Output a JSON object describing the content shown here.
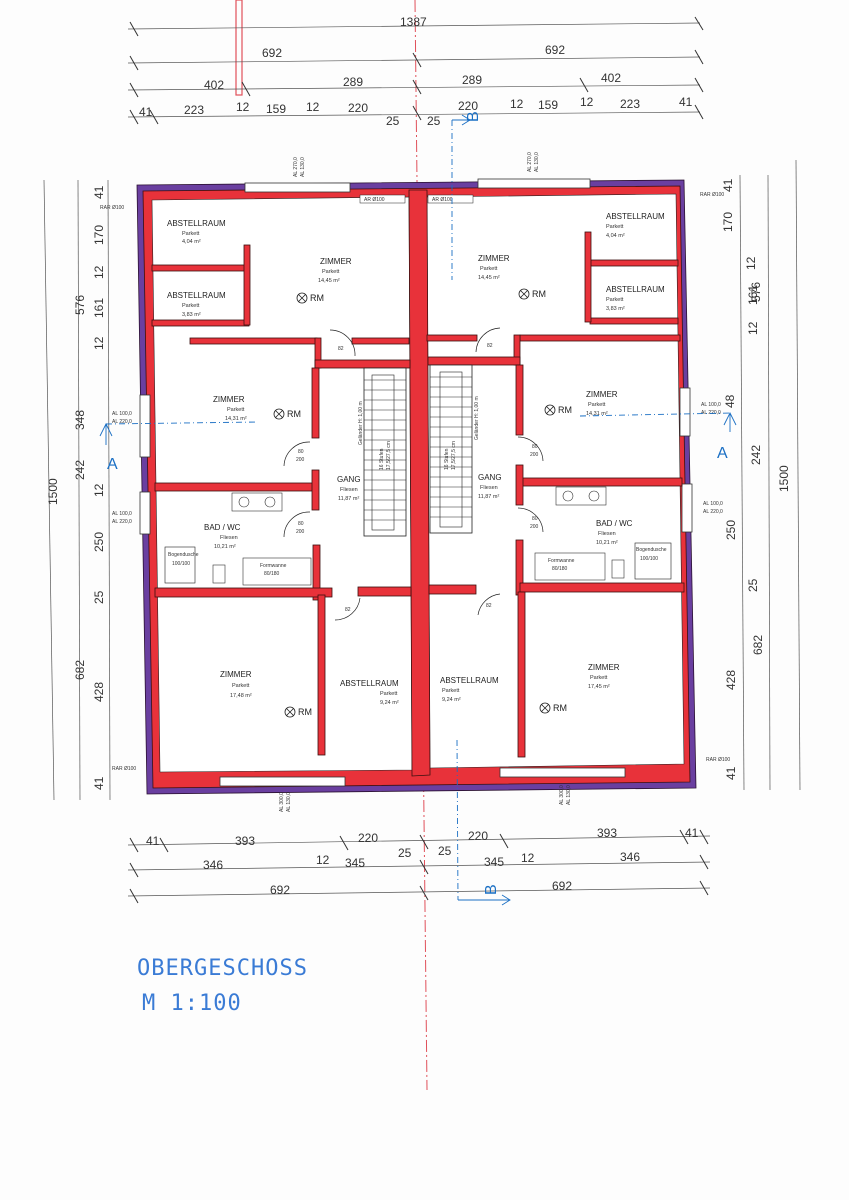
{
  "drawing": {
    "title_line1": "OBERGESCHOSS",
    "title_line2": "M 1:100",
    "section_a": "A",
    "section_b": "B"
  },
  "dims_top": {
    "total": "1387",
    "half_left": "692",
    "half_right": "692",
    "r3": [
      "402",
      "289",
      "289",
      "402"
    ],
    "r4": [
      "41",
      "223",
      "12",
      "159",
      "12",
      "220",
      "25",
      "25",
      "220",
      "12",
      "159",
      "12",
      "223",
      "41"
    ]
  },
  "dims_bottom": {
    "r1": [
      "41",
      "393",
      "220",
      "25",
      "25",
      "220",
      "393",
      "41"
    ],
    "r2": [
      "346",
      "12",
      "345",
      "345",
      "12",
      "346"
    ],
    "r3": [
      "692",
      "692"
    ]
  },
  "dims_left": {
    "total": "1500",
    "r2": [
      "576",
      "348",
      "242",
      "682"
    ],
    "r3": [
      "41",
      "170",
      "12",
      "161",
      "12",
      "12",
      "250",
      "25",
      "428",
      "41"
    ]
  },
  "dims_right": {
    "total": "1500",
    "r2": [
      "576",
      "242",
      "682"
    ],
    "r3": [
      "41",
      "170",
      "12",
      "161",
      "12",
      "48",
      "250",
      "25",
      "428",
      "41"
    ]
  },
  "rooms": {
    "abstell1": {
      "name": "ABSTELLRAUM",
      "floor": "Parkett",
      "area": "4,04 m²"
    },
    "abstell2": {
      "name": "ABSTELLRAUM",
      "floor": "Parkett",
      "area": "3,83 m²"
    },
    "zimmer_top": {
      "name": "ZIMMER",
      "floor": "Parkett",
      "area": "14,45 m²"
    },
    "zimmer_mid": {
      "name": "ZIMMER",
      "floor": "Parkett",
      "area": "14,31 m²"
    },
    "gang": {
      "name": "GANG",
      "floor": "Fliesen",
      "area": "11,87 m²"
    },
    "bad": {
      "name": "BAD / WC",
      "floor": "Fliesen",
      "area": "10,21 m²"
    },
    "zimmer_bot": {
      "name": "ZIMMER",
      "floor": "Parkett",
      "area": "17,48 m²"
    },
    "zimmer_bot_r": {
      "name": "ZIMMER",
      "floor": "Parkett",
      "area": "17,45 m²"
    },
    "abstell3": {
      "name": "ABSTELLRAUM",
      "floor": "Parkett",
      "area": "9,24 m²"
    }
  },
  "labels": {
    "rm": "RM",
    "rar": "RAR Ø100",
    "ar": "AR Ø100",
    "al1": "AL 100,0",
    "al2": "AL 220,0",
    "al_top": "AL 270,0",
    "al_top2": "AL 130,0",
    "al_bot": "AL 300,0",
    "al_bot2": "AL 130,0",
    "door1": "80",
    "door2": "200",
    "door3": "82",
    "door4": "200",
    "dusche": "Bogendusche",
    "dusche_size": "100/100",
    "wanne": "Formwanne",
    "wanne_size": "80/180",
    "gelaender": "Geländer H: 1,00 m",
    "stufen": "16 Stufen",
    "steig": "17,5/27,5 cm"
  }
}
